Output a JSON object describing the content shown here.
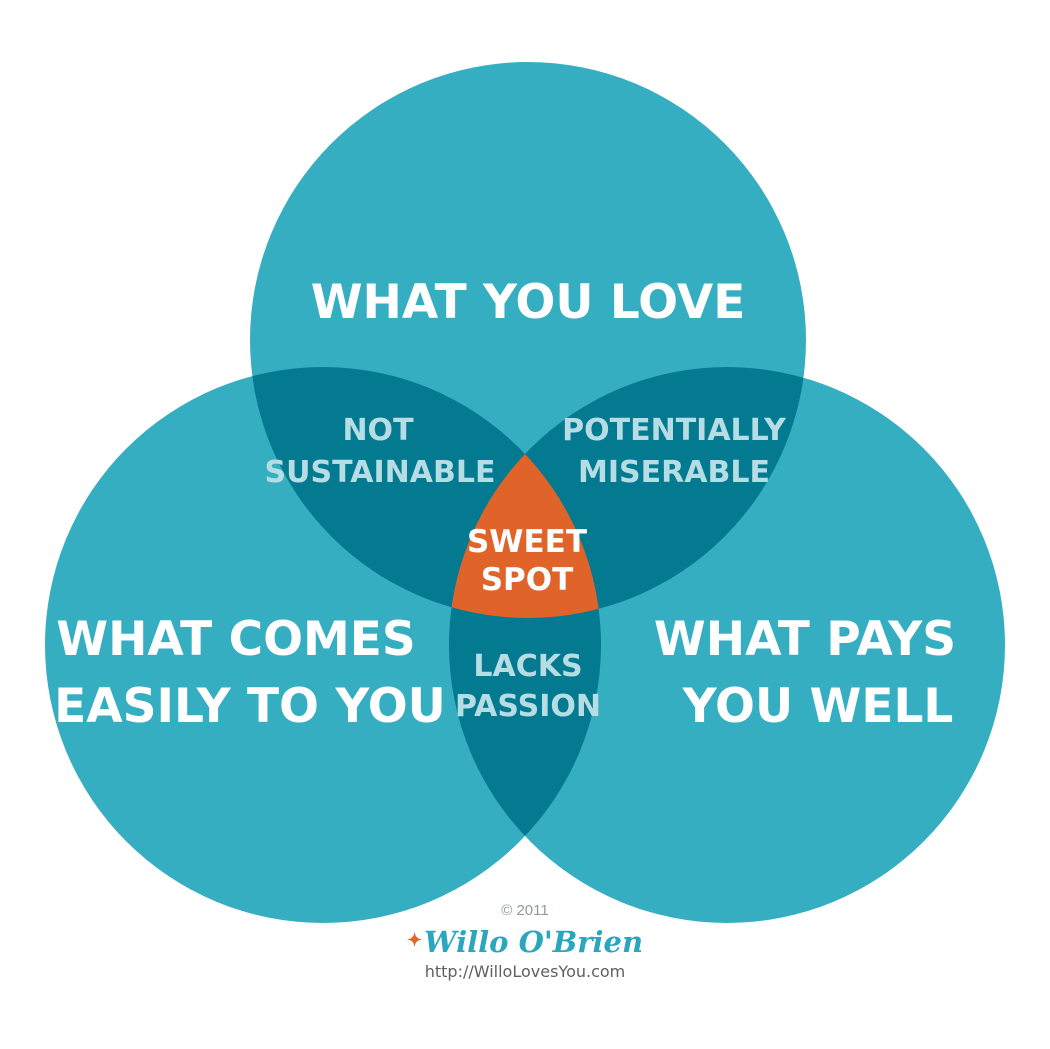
{
  "colors": {
    "circle": "#35aec1",
    "overlap": "#047a91",
    "sweet_spot": "#e0632a",
    "big_text": "#ffffff",
    "overlap_text": "#b7dde4"
  },
  "circles": {
    "love": {
      "line1": "WHAT YOU LOVE"
    },
    "easy": {
      "line1": "WHAT COMES",
      "line2": "EASILY TO YOU"
    },
    "pays": {
      "line1": "WHAT PAYS",
      "line2": "YOU WELL"
    }
  },
  "overlaps": {
    "love_easy": {
      "line1": "NOT",
      "line2": "SUSTAINABLE"
    },
    "love_pays": {
      "line1": "POTENTIALLY",
      "line2": "MISERABLE"
    },
    "easy_pays": {
      "line1": "LACKS",
      "line2": "PASSION"
    },
    "center": {
      "line1": "SWEET",
      "line2": "SPOT"
    }
  },
  "credit": {
    "copyright": "© 2011",
    "author": "Willo O'Brien",
    "url": "http://WilloLovesYou.com"
  }
}
